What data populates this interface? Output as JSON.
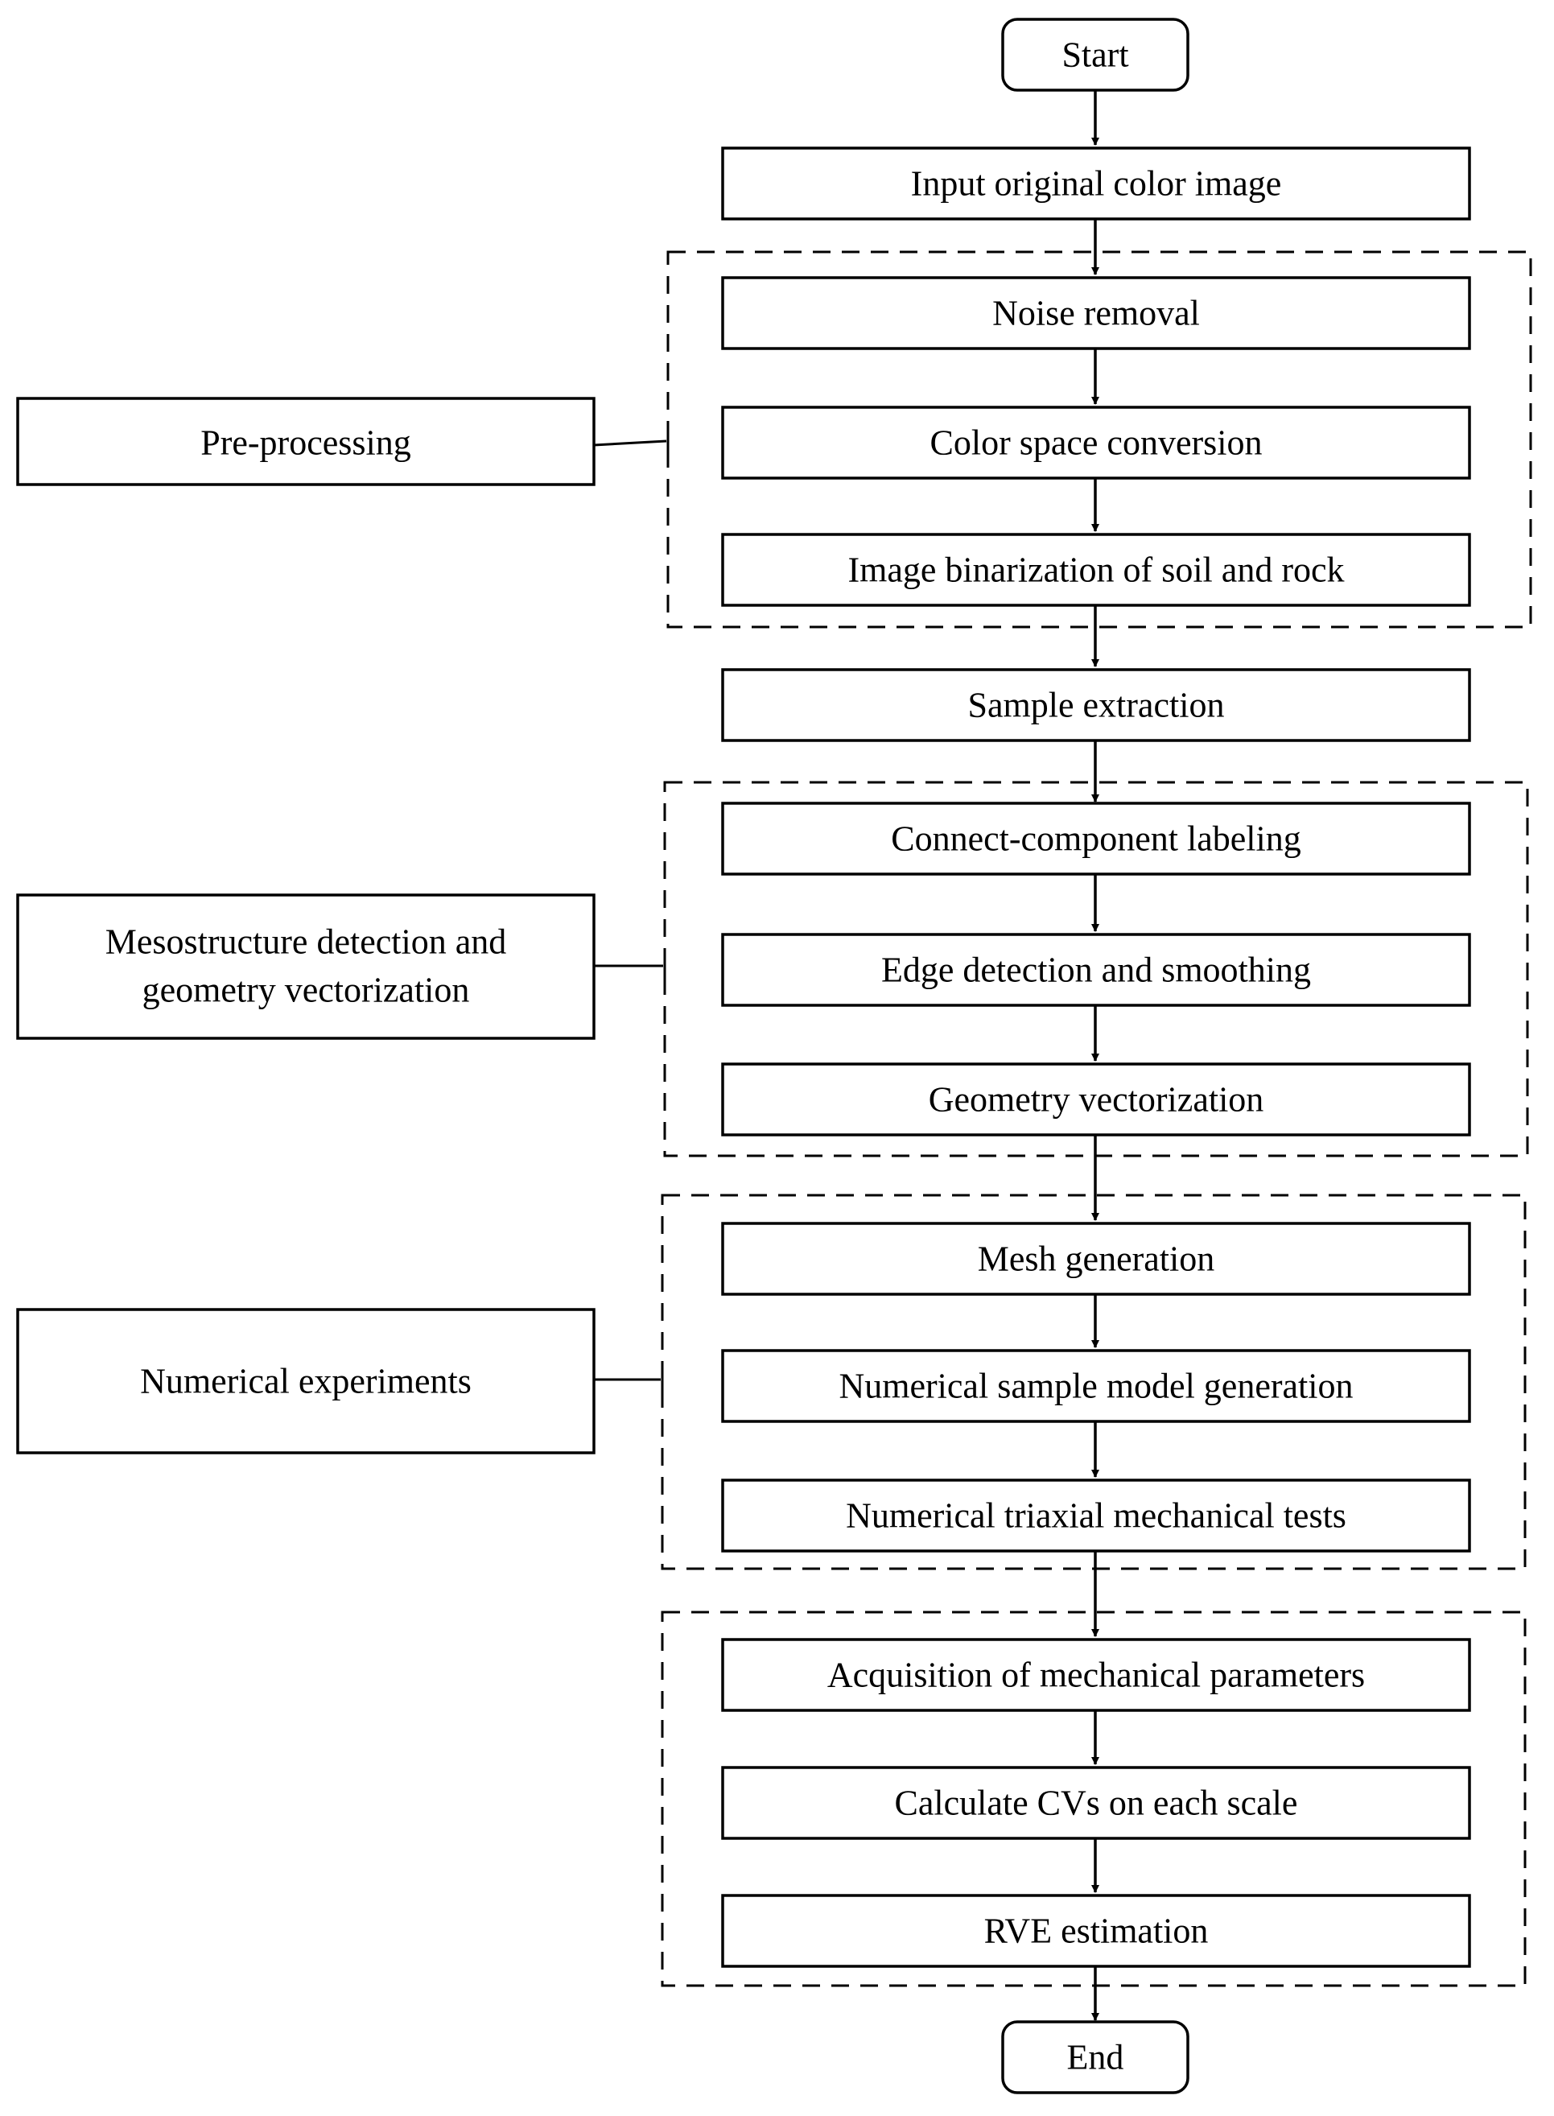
{
  "terminals": {
    "start": "Start",
    "end": "End"
  },
  "steps": {
    "input": "Input original color image",
    "noise": "Noise removal",
    "color_space": "Color space conversion",
    "binarization": "Image binarization of soil and rock",
    "sample": "Sample extraction",
    "labeling": "Connect-component labeling",
    "edge": "Edge detection and smoothing",
    "geometry": "Geometry vectorization",
    "mesh": "Mesh generation",
    "numerical_model": "Numerical sample model generation",
    "triaxial": "Numerical triaxial mechanical tests",
    "acquisition": "Acquisition of mechanical parameters",
    "cvs": "Calculate CVs on each scale",
    "rve": "RVE estimation"
  },
  "stages": {
    "preprocessing": [
      "Pre-processing"
    ],
    "mesostructure": [
      "Mesostructure detection and",
      "geometry vectorization"
    ],
    "numerical": [
      "Numerical experiments"
    ]
  }
}
